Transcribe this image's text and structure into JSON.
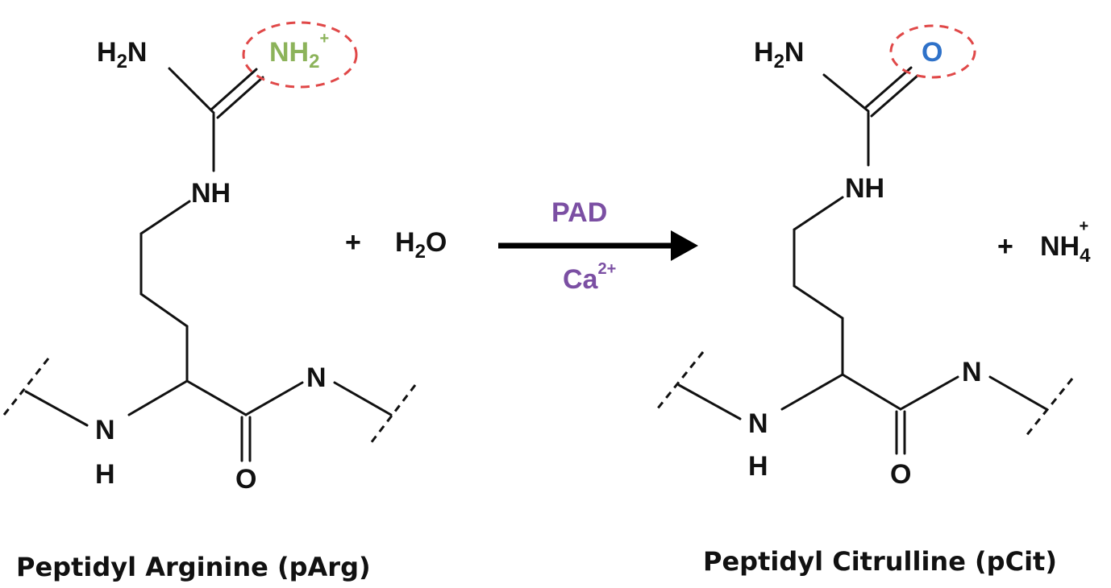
{
  "colors": {
    "highlight_circle": "#e04848",
    "iminium_group": "#8cb35a",
    "carbonyl_oxygen": "#2f72c9",
    "conditions": "#7b4fa3"
  },
  "reactant": {
    "amino_h": "H",
    "amino_sub": "2",
    "amino_n": "N",
    "iminium_main": "NH",
    "iminium_sub": "2",
    "iminium_charge": "+",
    "guanidino_nh": "NH",
    "backbone_n": "N",
    "backbone_h": "H",
    "carbonyl_o": "O",
    "amide_n": "N",
    "caption": "Peptidyl Arginine (pArg)"
  },
  "water": {
    "plus": "+",
    "h": "H",
    "sub": "2",
    "o": "O"
  },
  "arrow": {
    "enzyme": "PAD",
    "cofactor": "Ca",
    "cofactor_charge": "2+"
  },
  "product": {
    "amino_h": "H",
    "amino_sub": "2",
    "amino_n": "N",
    "urea_o": "O",
    "ureido_nh": "NH",
    "backbone_n": "N",
    "backbone_h": "H",
    "carbonyl_o": "O",
    "amide_n": "N",
    "caption": "Peptidyl Citrulline (pCit)"
  },
  "ammonium": {
    "plus": "+",
    "main": "NH",
    "sub": "4",
    "charge": "+"
  }
}
